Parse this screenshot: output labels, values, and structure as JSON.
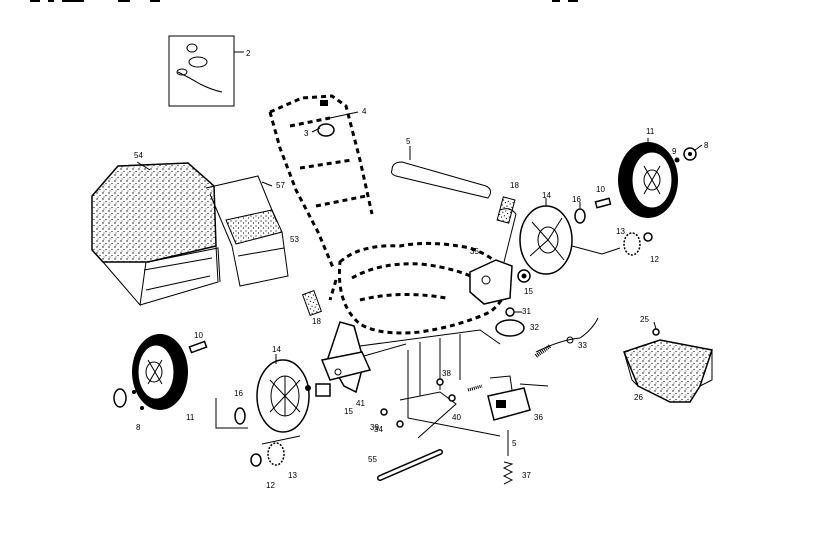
{
  "diagram": {
    "parts": [
      {
        "id": "p2",
        "label": "2"
      },
      {
        "id": "p3",
        "label": "3"
      },
      {
        "id": "p4",
        "label": "4"
      },
      {
        "id": "p5a",
        "label": "5"
      },
      {
        "id": "p5b",
        "label": "5"
      },
      {
        "id": "p8a",
        "label": "8"
      },
      {
        "id": "p8b",
        "label": "8"
      },
      {
        "id": "p9",
        "label": "9"
      },
      {
        "id": "p10a",
        "label": "10"
      },
      {
        "id": "p10b",
        "label": "10"
      },
      {
        "id": "p11a",
        "label": "11"
      },
      {
        "id": "p11b",
        "label": "11"
      },
      {
        "id": "p12a",
        "label": "12"
      },
      {
        "id": "p12b",
        "label": "12"
      },
      {
        "id": "p13a",
        "label": "13"
      },
      {
        "id": "p13b",
        "label": "13"
      },
      {
        "id": "p14a",
        "label": "14"
      },
      {
        "id": "p14b",
        "label": "14"
      },
      {
        "id": "p15a",
        "label": "15"
      },
      {
        "id": "p15b",
        "label": "15"
      },
      {
        "id": "p16a",
        "label": "16"
      },
      {
        "id": "p16b",
        "label": "16"
      },
      {
        "id": "p18a",
        "label": "18"
      },
      {
        "id": "p18b",
        "label": "18"
      },
      {
        "id": "p25",
        "label": "25"
      },
      {
        "id": "p26",
        "label": "26"
      },
      {
        "id": "p31",
        "label": "31"
      },
      {
        "id": "p32",
        "label": "32"
      },
      {
        "id": "p33",
        "label": "33"
      },
      {
        "id": "p34",
        "label": "34"
      },
      {
        "id": "p35",
        "label": "35"
      },
      {
        "id": "p36",
        "label": "36"
      },
      {
        "id": "p37",
        "label": "37"
      },
      {
        "id": "p38",
        "label": "38"
      },
      {
        "id": "p39",
        "label": "39"
      },
      {
        "id": "p40",
        "label": "40"
      },
      {
        "id": "p41",
        "label": "41"
      },
      {
        "id": "p53",
        "label": "53"
      },
      {
        "id": "p54",
        "label": "54"
      },
      {
        "id": "p55",
        "label": "55"
      },
      {
        "id": "p57",
        "label": "57"
      }
    ]
  }
}
